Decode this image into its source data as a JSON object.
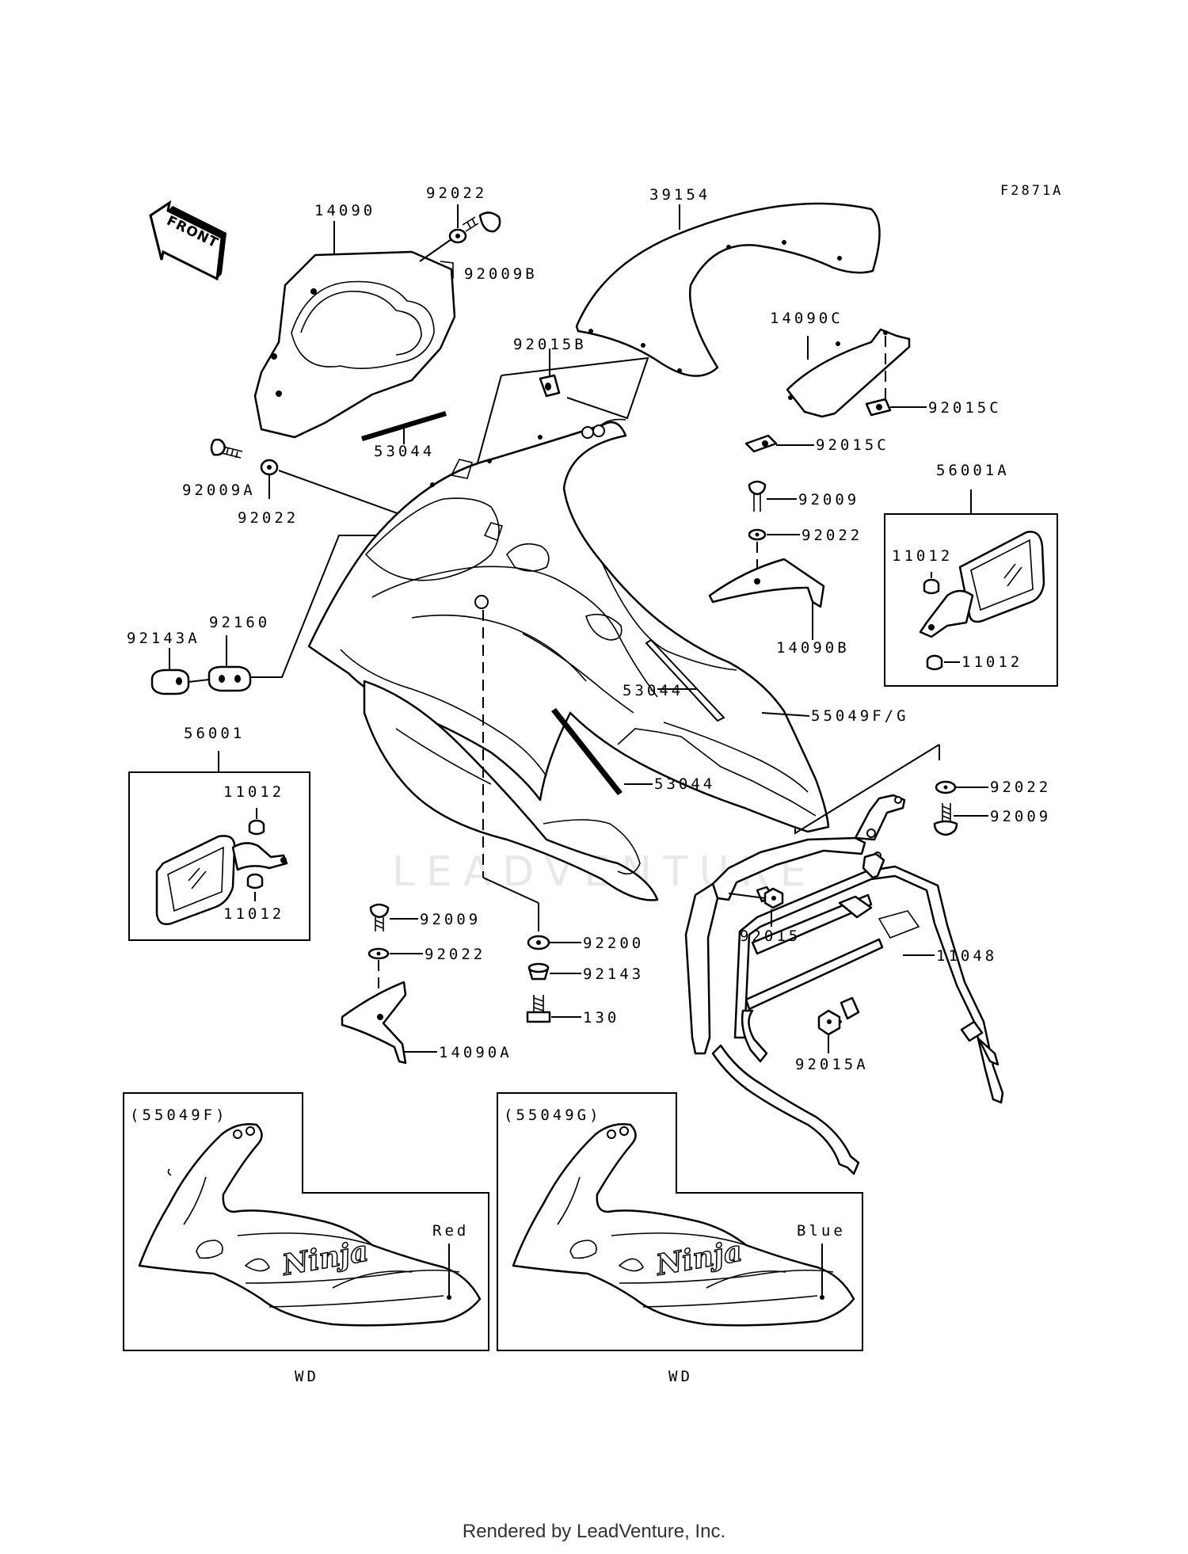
{
  "diagram_id": "F2871A",
  "front_label": "FRONT",
  "watermark": "LEADVENTURE",
  "footer": "Rendered by LeadVenture, Inc.",
  "labels": {
    "p14090": "14090",
    "p92022_top": "92022",
    "p92009B": "92009B",
    "p39154": "39154",
    "p92015B": "92015B",
    "p14090C": "14090C",
    "p92015C_1": "92015C",
    "p92015C_2": "92015C",
    "p53044_top": "53044",
    "p92009A": "92009A",
    "p92022_left": "92022",
    "p92009_right": "92009",
    "p92022_right": "92022",
    "p56001A": "56001A",
    "p11012_r1": "11012",
    "p11012_r2": "11012",
    "p14090B": "14090B",
    "p92143A": "92143A",
    "p92160": "92160",
    "p53044_mid": "53044",
    "p55049FG": "55049F/G",
    "p56001": "56001",
    "p11012_l1": "11012",
    "p11012_l2": "11012",
    "p53044_low": "53044",
    "p92022_fr": "92022",
    "p92009_fr": "92009",
    "p92015": "92015",
    "p11048": "11048",
    "p92009_bl": "92009",
    "p92022_bl": "92022",
    "p92200": "92200",
    "p92143": "92143",
    "p130": "130",
    "p14090A": "14090A",
    "p92015A": "92015A"
  },
  "insets": {
    "left": {
      "code": "(55049F)",
      "color": "Red",
      "market": "WD"
    },
    "right": {
      "code": "(55049G)",
      "color": "Blue",
      "market": "WD"
    }
  }
}
